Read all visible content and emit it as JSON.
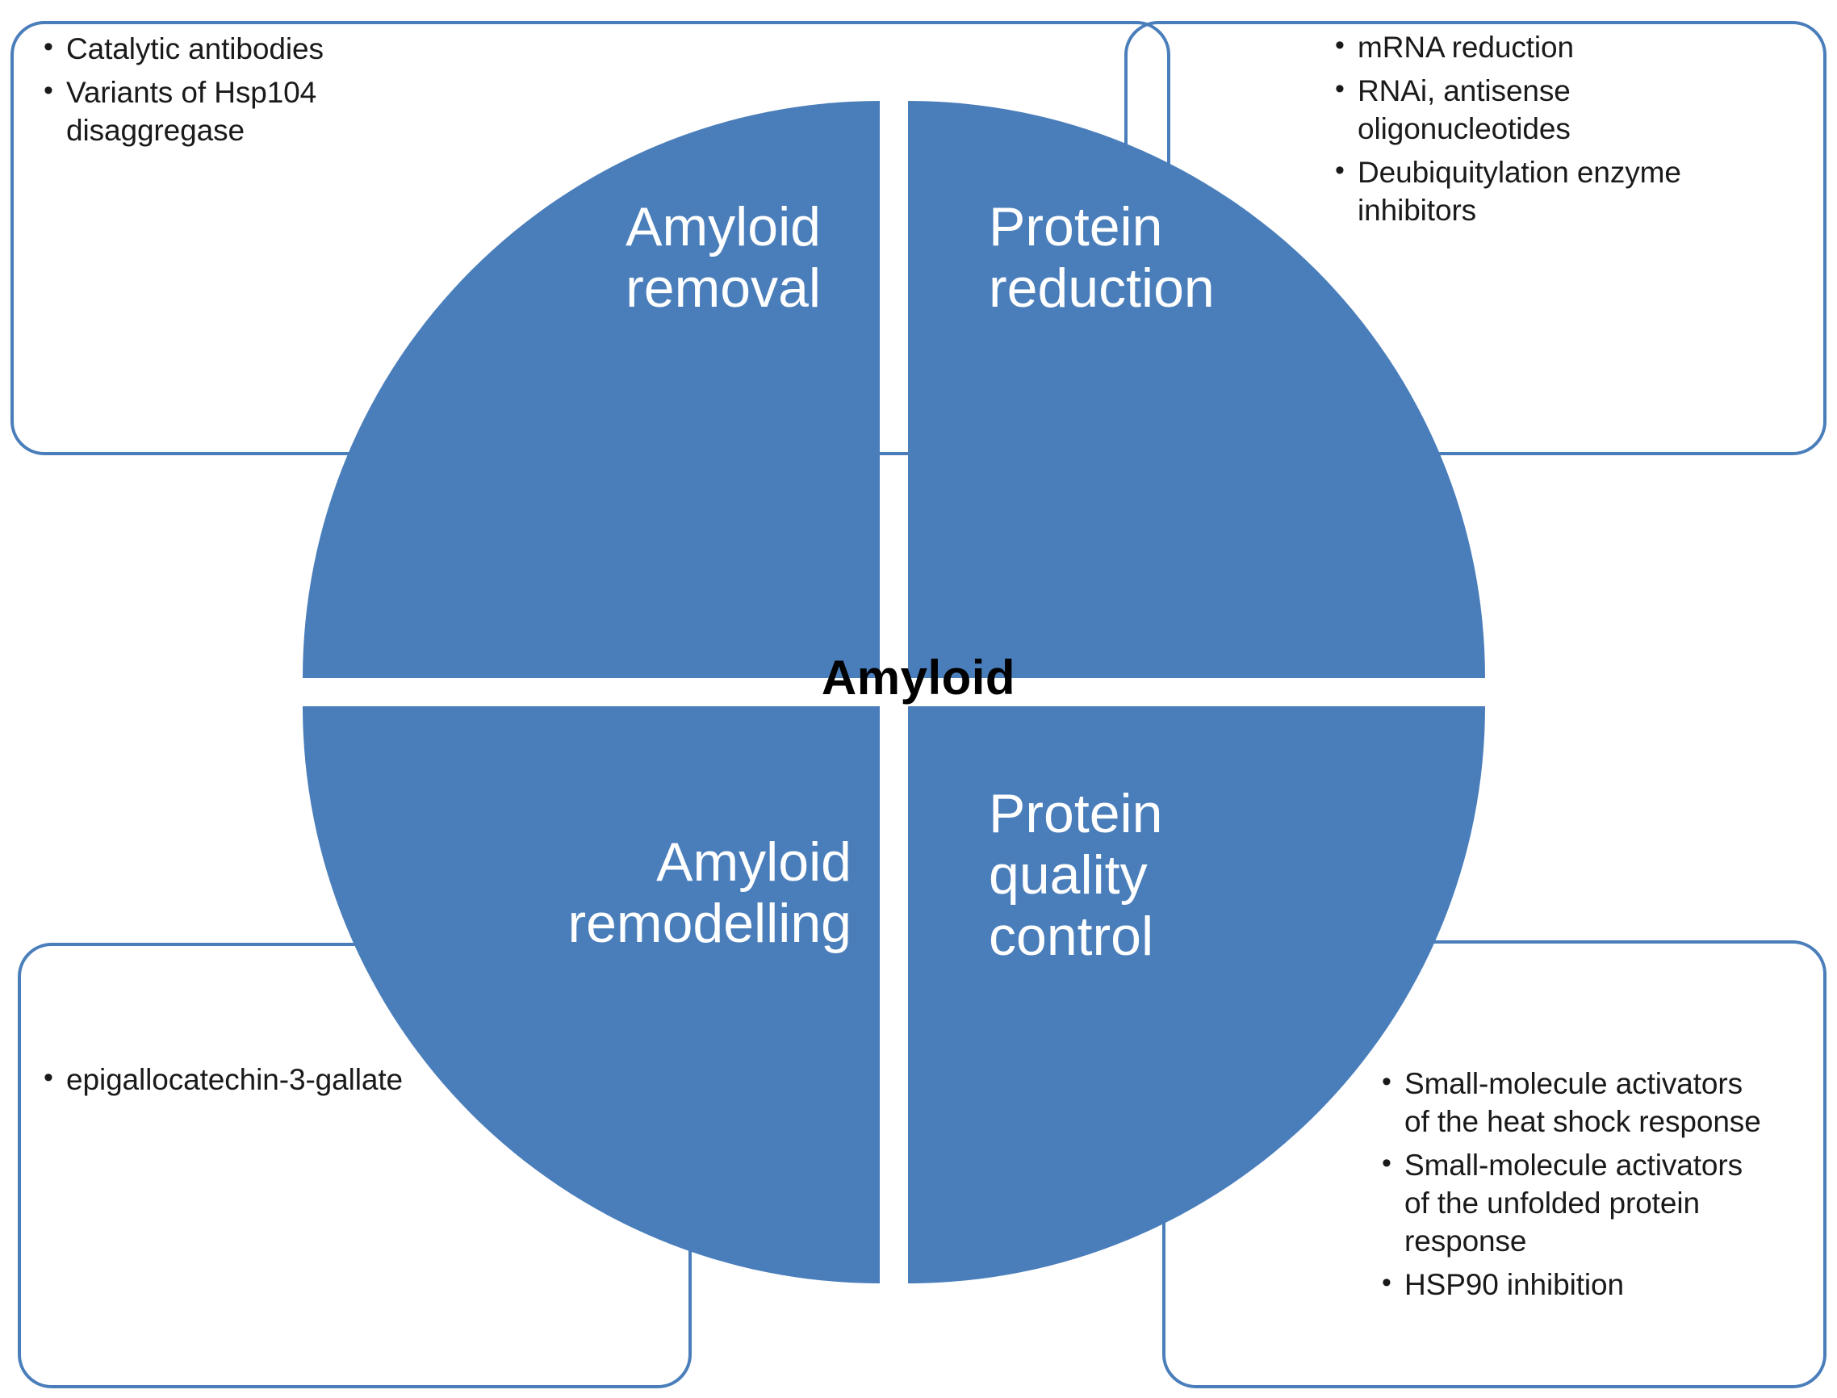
{
  "figure": {
    "center_label": "Amyloid",
    "accent_color": "#4A7EBB",
    "background_color": "#FFFFFF",
    "quadrant_text_color": "#FFFFFF",
    "center_text_color": "#000000"
  },
  "quadrants": {
    "top_left": {
      "label": "Amyloid\nremoval"
    },
    "top_right": {
      "label": "Protein\nreduction"
    },
    "bottom_left": {
      "label": "Amyloid\nremodelling"
    },
    "bottom_right": {
      "label": "Protein\nquality\ncontrol"
    }
  },
  "callouts": {
    "top_left": {
      "bullets": [
        "Catalytic antibodies",
        "Variants of Hsp104\ndisaggregase"
      ]
    },
    "top_right": {
      "bullets": [
        "mRNA reduction",
        "RNAi, antisense\noligonucleotides",
        " Deubiquitylation enzyme\ninhibitors"
      ]
    },
    "bottom_left": {
      "bullets": [
        "epigallocatechin-3-gallate"
      ]
    },
    "bottom_right": {
      "bullets": [
        "Small-molecule activators\nof the heat shock response",
        "Small-molecule activators\nof the unfolded protein\nresponse",
        "HSP90 inhibition"
      ]
    }
  }
}
